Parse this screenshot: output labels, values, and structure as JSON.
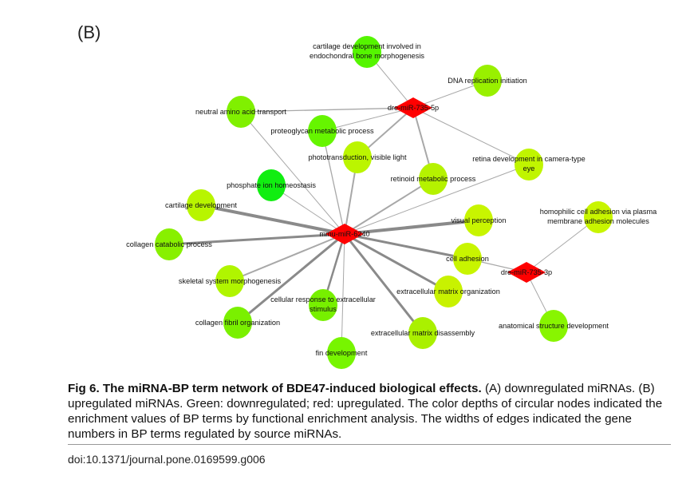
{
  "panel_label": "(B)",
  "network": {
    "nodes": [
      {
        "id": "m5p",
        "label": [
          "dre-miR-735-5p"
        ],
        "type": "mirna",
        "color": "#ff0000"
      },
      {
        "id": "m6240",
        "label": [
          "mmu-miR-6240"
        ],
        "type": "mirna",
        "color": "#ff0000"
      },
      {
        "id": "m3p",
        "label": [
          "dre-miR-735-3p"
        ],
        "type": "mirna",
        "color": "#ff0000"
      },
      {
        "id": "cartendo",
        "label": [
          "cartilage development involved in",
          "endochondral bone morphogenesis"
        ],
        "type": "bp",
        "color": "#55f500"
      },
      {
        "id": "dna",
        "label": [
          "DNA replication initiation"
        ],
        "type": "bp",
        "color": "#99f000"
      },
      {
        "id": "neutral",
        "label": [
          "neutral amino acid transport"
        ],
        "type": "bp",
        "color": "#80f000"
      },
      {
        "id": "proteo",
        "label": [
          "proteoglycan metabolic process"
        ],
        "type": "bp",
        "color": "#66f500"
      },
      {
        "id": "photo",
        "label": [
          "phototransduction, visible light"
        ],
        "type": "bp",
        "color": "#bbf500"
      },
      {
        "id": "retina",
        "label": [
          "retina development in camera-type",
          "eye"
        ],
        "type": "bp",
        "color": "#c0f500"
      },
      {
        "id": "retinoid",
        "label": [
          "retinoid metabolic process"
        ],
        "type": "bp",
        "color": "#b5f200"
      },
      {
        "id": "phos",
        "label": [
          "phosphate ion homeostasis"
        ],
        "type": "bp",
        "color": "#11ee11"
      },
      {
        "id": "cartdev",
        "label": [
          "cartilage development"
        ],
        "type": "bp",
        "color": "#b8f500"
      },
      {
        "id": "visual",
        "label": [
          "visual perception"
        ],
        "type": "bp",
        "color": "#c8f500"
      },
      {
        "id": "homo",
        "label": [
          "homophilic cell adhesion via plasma",
          "membrane adhesion molecules"
        ],
        "type": "bp",
        "color": "#c8f500"
      },
      {
        "id": "colcat",
        "label": [
          "collagen catabolic process"
        ],
        "type": "bp",
        "color": "#88f000"
      },
      {
        "id": "celladh",
        "label": [
          "cell adhesion"
        ],
        "type": "bp",
        "color": "#c8f500"
      },
      {
        "id": "skel",
        "label": [
          "skeletal system morphogenesis"
        ],
        "type": "bp",
        "color": "#b0f500"
      },
      {
        "id": "ecmorg",
        "label": [
          "extracellular matrix organization"
        ],
        "type": "bp",
        "color": "#c8f200"
      },
      {
        "id": "cellresp",
        "label": [
          "cellular response to extracellular",
          "stimulus"
        ],
        "type": "bp",
        "color": "#77f000"
      },
      {
        "id": "colfib",
        "label": [
          "collagen fibril organization"
        ],
        "type": "bp",
        "color": "#7af000"
      },
      {
        "id": "ecmdis",
        "label": [
          "extracellular matrix disassembly"
        ],
        "type": "bp",
        "color": "#aaf000"
      },
      {
        "id": "anat",
        "label": [
          "anatomical structure development"
        ],
        "type": "bp",
        "color": "#88f500"
      },
      {
        "id": "fin",
        "label": [
          "fin development"
        ],
        "type": "bp",
        "color": "#77f500"
      }
    ],
    "edges": [
      [
        "m5p",
        "cartendo",
        1
      ],
      [
        "m5p",
        "dna",
        1
      ],
      [
        "m5p",
        "neutral",
        1.3
      ],
      [
        "m5p",
        "proteo",
        1
      ],
      [
        "m5p",
        "photo",
        2
      ],
      [
        "m5p",
        "retinoid",
        2
      ],
      [
        "m5p",
        "retina",
        1
      ],
      [
        "m6240",
        "neutral",
        1
      ],
      [
        "m6240",
        "proteo",
        1.3
      ],
      [
        "m6240",
        "photo",
        2
      ],
      [
        "m6240",
        "phos",
        1
      ],
      [
        "m6240",
        "cartdev",
        4
      ],
      [
        "m6240",
        "colcat",
        3
      ],
      [
        "m6240",
        "visual",
        4
      ],
      [
        "m6240",
        "retinoid",
        2
      ],
      [
        "m6240",
        "retina",
        1
      ],
      [
        "m6240",
        "celladh",
        3
      ],
      [
        "m6240",
        "skel",
        2
      ],
      [
        "m6240",
        "colfib",
        3
      ],
      [
        "m6240",
        "cellresp",
        2.5
      ],
      [
        "m6240",
        "fin",
        1
      ],
      [
        "m6240",
        "ecmorg",
        3
      ],
      [
        "m6240",
        "ecmdis",
        3
      ],
      [
        "m3p",
        "celladh",
        1.3
      ],
      [
        "m3p",
        "homo",
        1
      ],
      [
        "m3p",
        "anat",
        1
      ]
    ]
  },
  "caption": {
    "title": "Fig 6. The miRNA-BP term network of BDE47-induced biological effects.",
    "body": " (A) downregulated miRNAs. (B) upregulated miRNAs. Green: downregulated; red: upregulated. The color depths of circular nodes indicated the enrichment values of BP terms by functional enrichment analysis. The widths of edges indicated the gene numbers in BP terms regulated by source miRNAs."
  },
  "doi": "doi:10.1371/journal.pone.0169599.g006"
}
